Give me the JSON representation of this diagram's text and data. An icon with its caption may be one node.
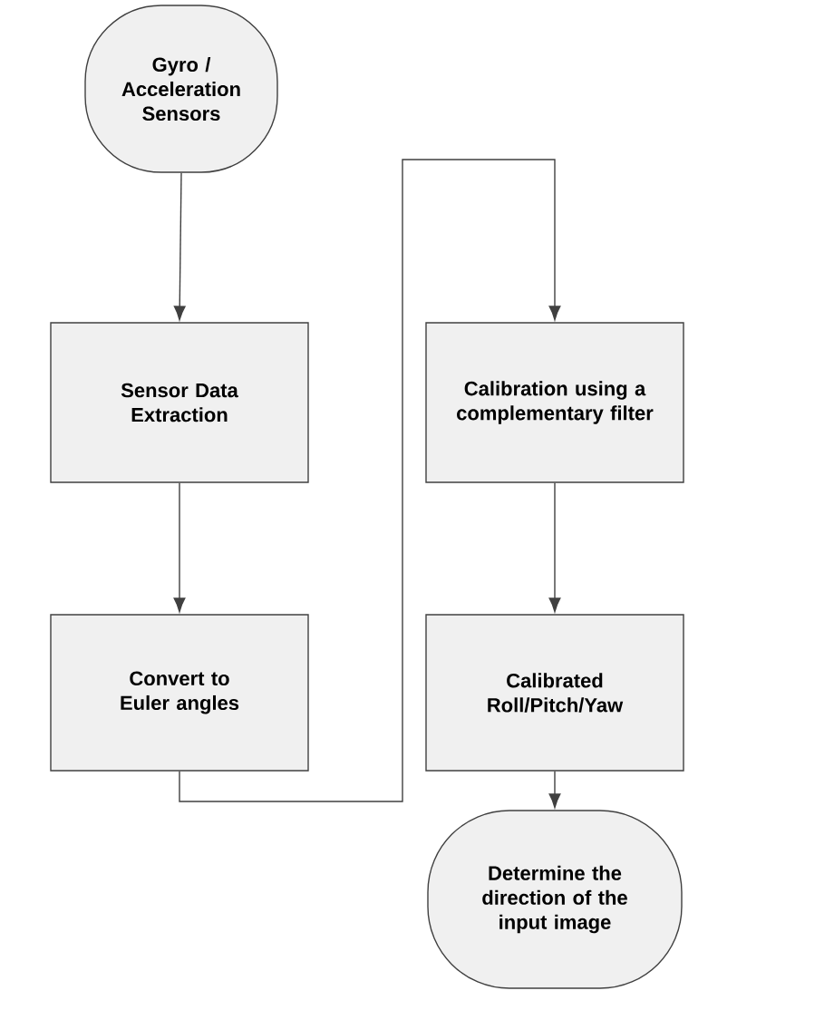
{
  "diagram": {
    "nodes": [
      {
        "text": [
          "Gyro / Acceleration Sensors"
        ]
      },
      {
        "text": [
          "Sensor Data Extraction"
        ]
      },
      {
        "text": [
          "Convert to Euler angles"
        ]
      },
      {
        "text": [
          "Calibration using a complementary filter"
        ]
      },
      {
        "text": [
          "Calibrated Roll/Pitch/Yaw"
        ]
      },
      {
        "text": [
          "Determine the direction of the input image"
        ]
      }
    ],
    "edges": [
      {
        "from": 0,
        "to": 1,
        "arrow": "to"
      },
      {
        "from": 1,
        "to": 2,
        "arrow": "to"
      },
      {
        "from": 2,
        "to": 3,
        "arrow": "to"
      },
      {
        "from": 3,
        "to": 4,
        "arrow": "to"
      },
      {
        "from": 4,
        "to": 5,
        "arrow": "to"
      }
    ]
  }
}
